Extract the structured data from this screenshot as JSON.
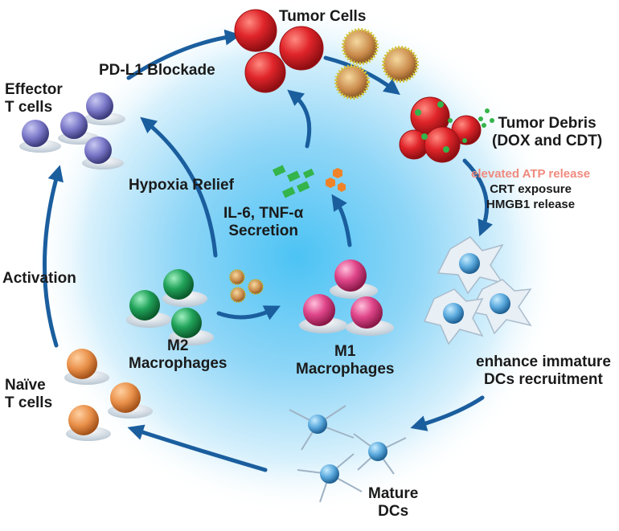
{
  "labels": {
    "tumor_cells": "Tumor Cells",
    "pd_l1": "PD-L1 Blockade",
    "effector_line1": "Effector",
    "effector_line2": "T cells",
    "tumor_debris_line1": "Tumor Debris",
    "tumor_debris_line2": "(DOX and CDT)",
    "atp": "elevated ATP release",
    "crt": "CRT exposure",
    "hmgb1": "HMGB1 release",
    "hypoxia": "Hypoxia Relief",
    "il6_line1": "IL-6, TNF-α",
    "il6_line2": "Secretion",
    "activation": "Activation",
    "m2_line1": "M2",
    "m2_line2": "Macrophages",
    "m1_line1": "M1",
    "m1_line2": "Macrophages",
    "immature_line1": "enhance immature",
    "immature_line2": "DCs recruitment",
    "naive_line1": "Naïve",
    "naive_line2": "T cells",
    "mature_line1": "Mature",
    "mature_line2": "DCs"
  },
  "colors": {
    "arrow": "#1a5e9e",
    "center_glow": "#4cc3f4",
    "tumor_red": "#e0252a",
    "effector_purple": "#7a78c8",
    "naive_orange": "#e9904a",
    "m2_green": "#21a35a",
    "m1_pink": "#e0468a",
    "dc_blue": "#59a8dc",
    "atp_text": "#f08a7e"
  }
}
